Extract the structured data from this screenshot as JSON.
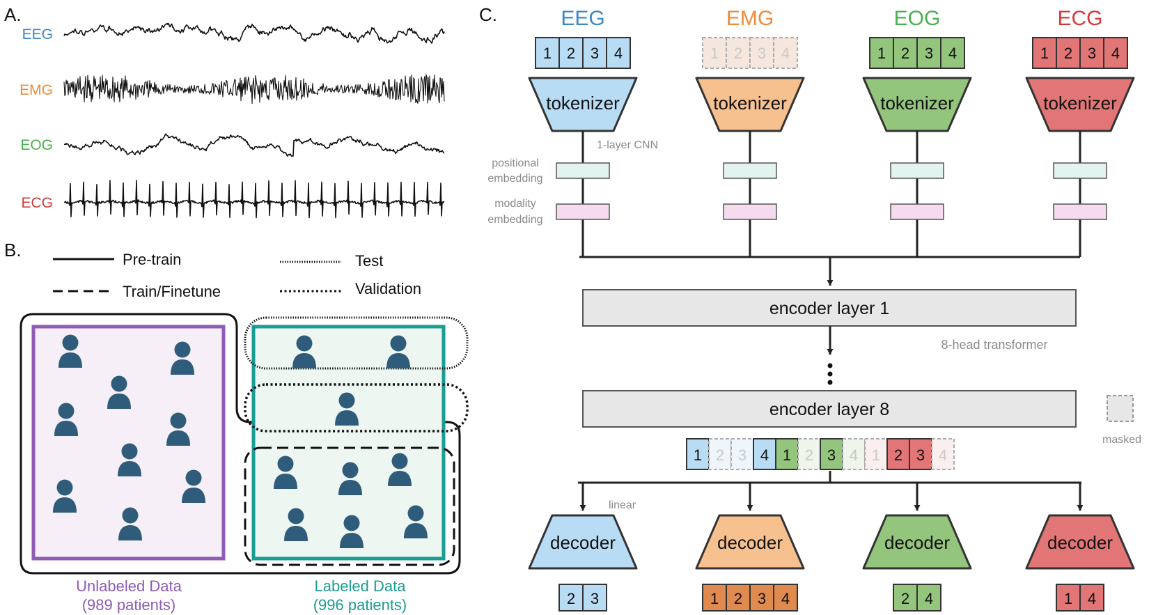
{
  "panels": {
    "a": "A.",
    "b": "B.",
    "c": "C."
  },
  "colors": {
    "eeg": "#3b87c8",
    "emg": "#ed8c3a",
    "eog": "#4caf50",
    "ecg": "#d43a3a",
    "eeg_fill": "#b9dcf5",
    "emg_fill": "#f7c08f",
    "eog_fill": "#93c57d",
    "ecg_fill": "#e27575",
    "purple": "#8e5bb5",
    "teal": "#1a9d92",
    "person": "#2f5c7a",
    "purple_bg": "#f6eff8",
    "teal_bg": "#eef6f2"
  },
  "signals": [
    {
      "label": "EEG",
      "color_key": "eeg",
      "kind": "eeg"
    },
    {
      "label": "EMG",
      "color_key": "emg",
      "kind": "emg"
    },
    {
      "label": "EOG",
      "color_key": "eog",
      "kind": "eog"
    },
    {
      "label": "ECG",
      "color_key": "ecg",
      "kind": "ecg"
    }
  ],
  "legend": {
    "pretrain": "Pre-train",
    "train": "Train/Finetune",
    "test": "Test",
    "validation": "Validation"
  },
  "groups": {
    "unlabeled": {
      "name": "Unlabeled Data",
      "count": "(989 patients)"
    },
    "labeled": {
      "name": "Labeled Data",
      "count": "(996 patients)"
    }
  },
  "modalities": [
    {
      "name": "EEG",
      "key": "eeg",
      "tokens": [
        "1",
        "2",
        "3",
        "4"
      ],
      "input_masked": false,
      "outputs": [
        "2",
        "3"
      ]
    },
    {
      "name": "EMG",
      "key": "emg",
      "tokens": [
        "1",
        "2",
        "3",
        "4"
      ],
      "input_masked": true,
      "outputs": [
        "1",
        "2",
        "3",
        "4"
      ]
    },
    {
      "name": "EOG",
      "key": "eog",
      "tokens": [
        "1",
        "2",
        "3",
        "4"
      ],
      "input_masked": false,
      "outputs": [
        "2",
        "4"
      ]
    },
    {
      "name": "ECG",
      "key": "ecg",
      "tokens": [
        "1",
        "2",
        "3",
        "4"
      ],
      "input_masked": false,
      "outputs": [
        "1",
        "4"
      ]
    }
  ],
  "labels": {
    "tokenizer": "tokenizer",
    "decoder": "decoder",
    "cnn": "1-layer CNN",
    "positional_embedding": [
      "positional",
      "embedding"
    ],
    "modality_embedding": [
      "modality",
      "embedding"
    ],
    "encoder_first": "encoder layer 1",
    "encoder_last": "encoder layer 8",
    "transformer": "8-head transformer",
    "linear": "linear",
    "masked": "masked"
  },
  "sequence": [
    {
      "t": "1",
      "key": "eeg",
      "masked": false
    },
    {
      "t": "2",
      "key": "eeg",
      "masked": true
    },
    {
      "t": "3",
      "key": "eeg",
      "masked": true
    },
    {
      "t": "4",
      "key": "eeg",
      "masked": false
    },
    {
      "t": "1",
      "key": "eog",
      "masked": false
    },
    {
      "t": "2",
      "key": "eog",
      "masked": true
    },
    {
      "t": "3",
      "key": "eog",
      "masked": false
    },
    {
      "t": "4",
      "key": "eog",
      "masked": true
    },
    {
      "t": "1",
      "key": "ecg",
      "masked": true
    },
    {
      "t": "2",
      "key": "ecg",
      "masked": false
    },
    {
      "t": "3",
      "key": "ecg",
      "masked": false
    },
    {
      "t": "4",
      "key": "ecg",
      "masked": true
    }
  ]
}
